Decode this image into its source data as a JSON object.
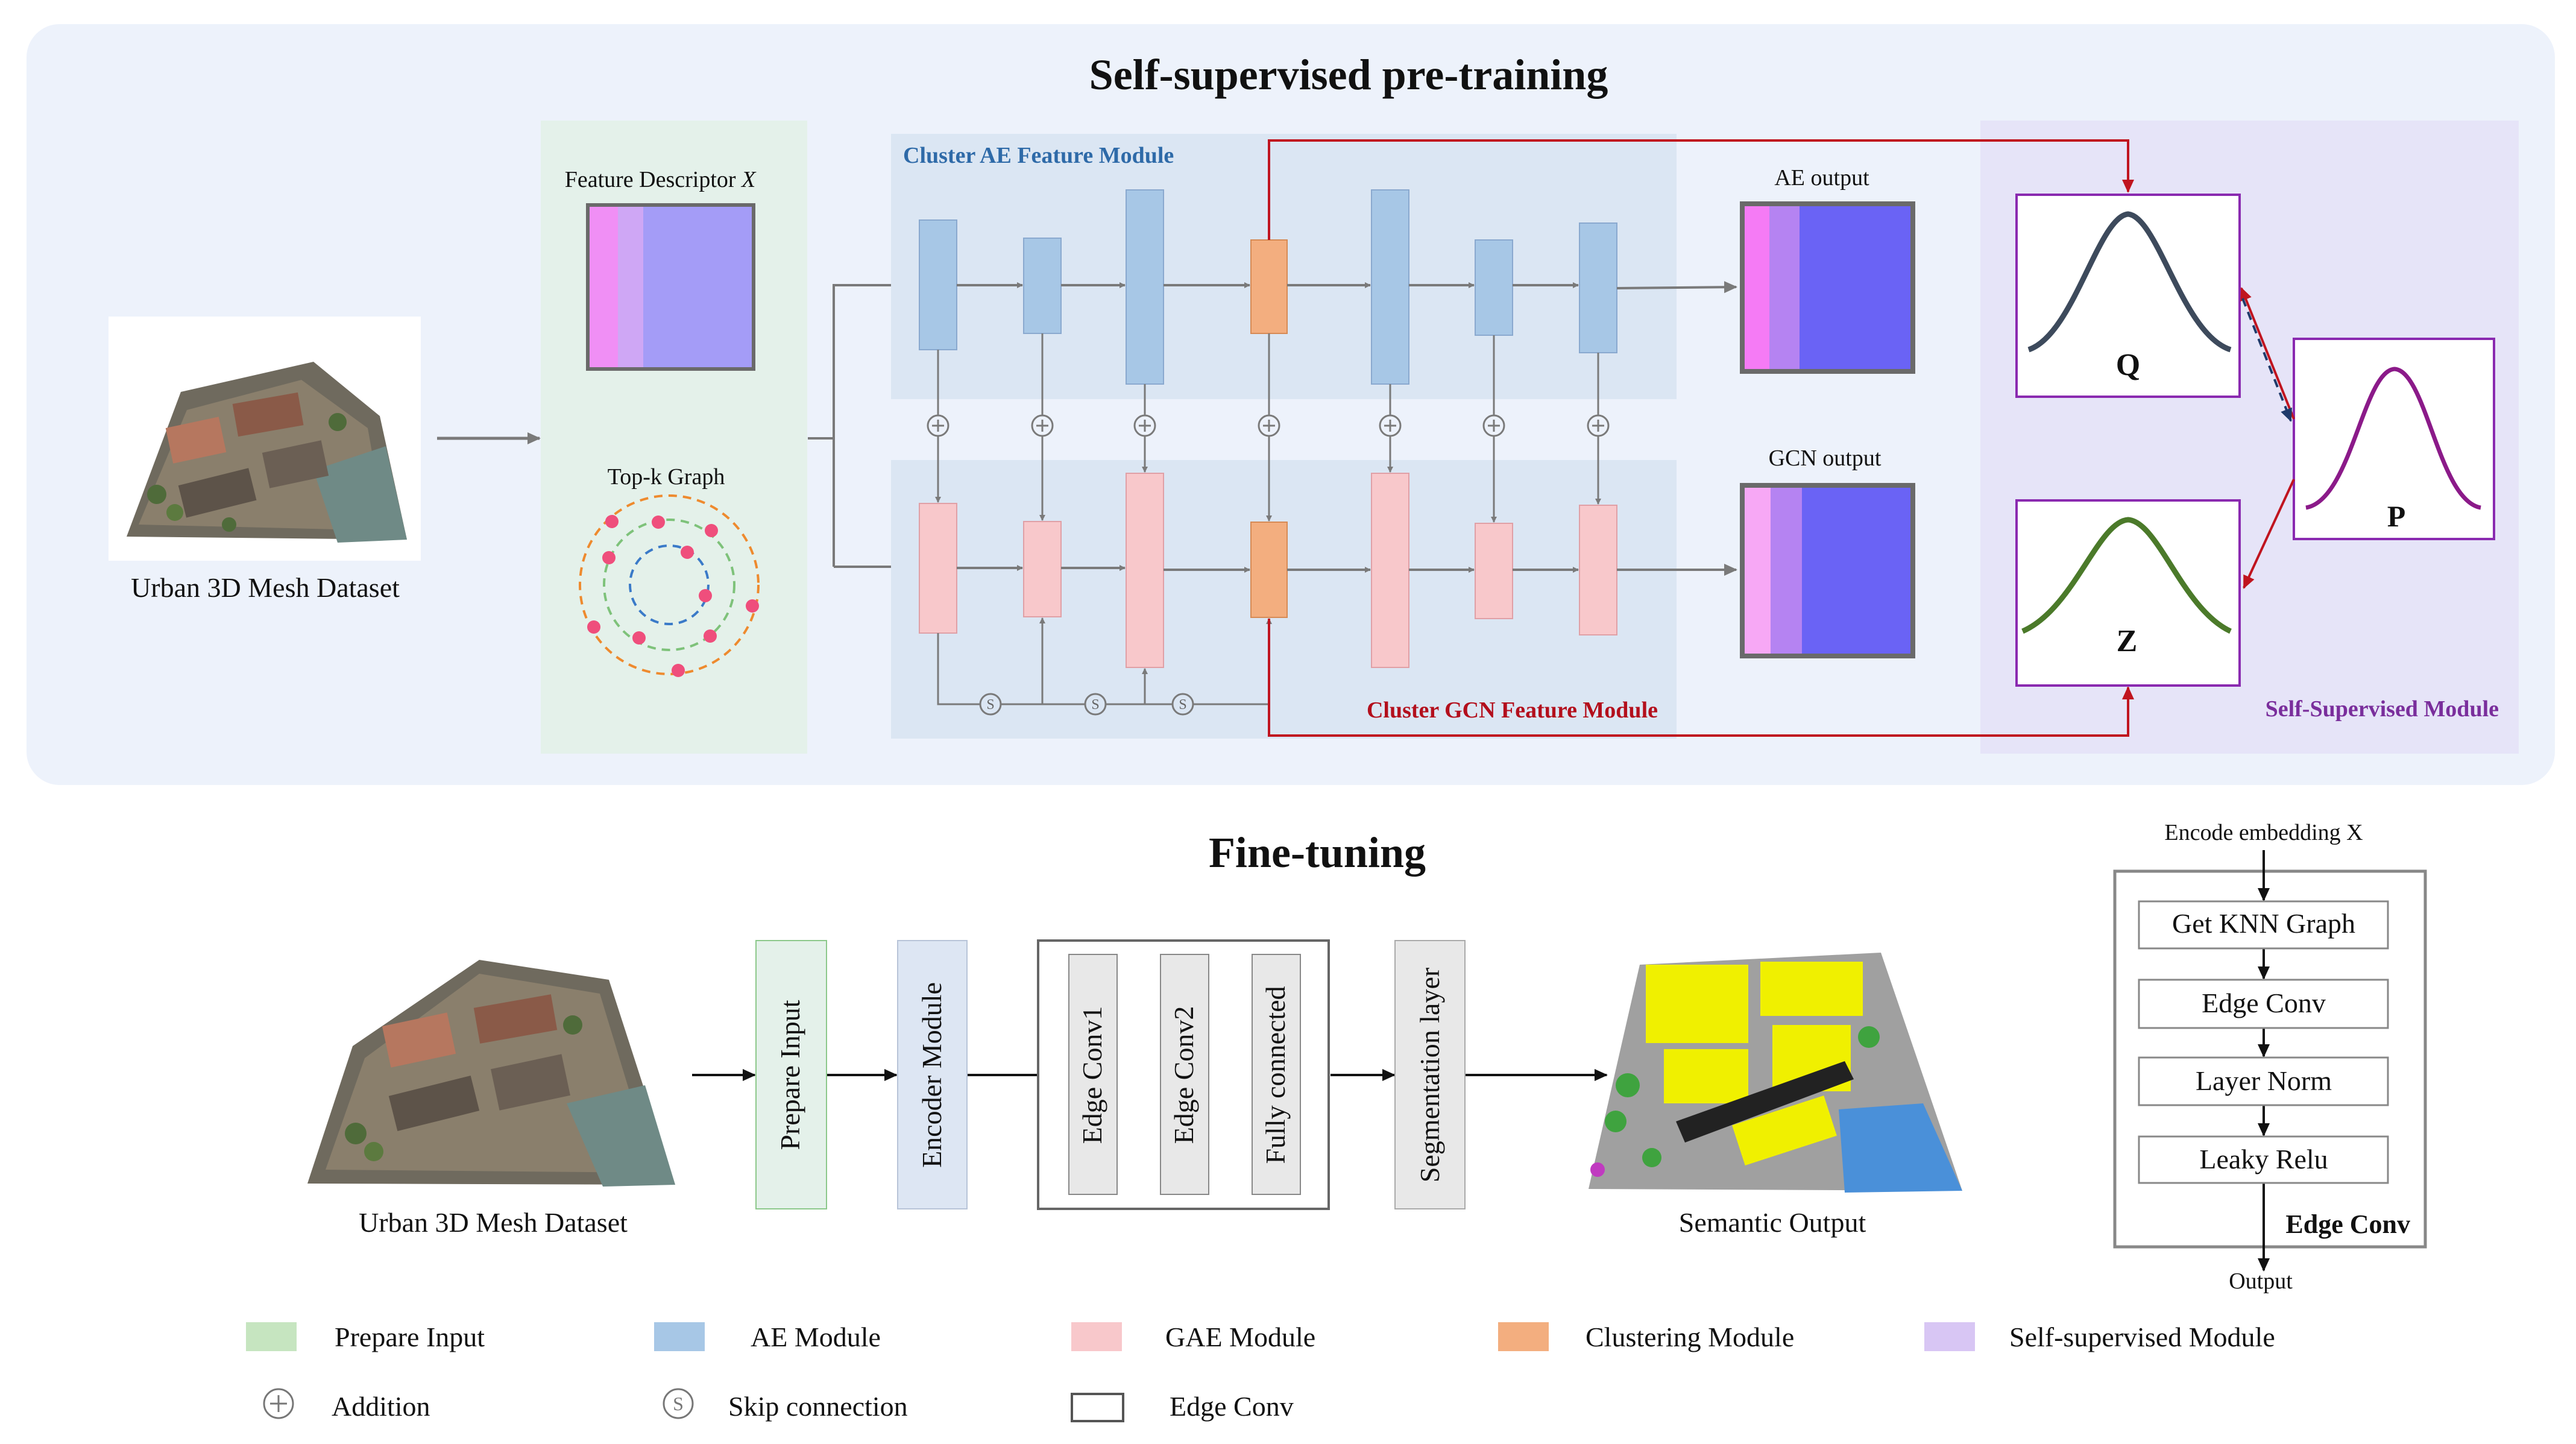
{
  "pretrain": {
    "title": "Self-supervised pre-training",
    "input_label": "Urban 3D Mesh Dataset",
    "feature_descriptor": "Feature Descriptor",
    "feature_descriptor_var": "X",
    "topk_graph": "Top-k Graph",
    "ae_module_label": "Cluster AE Feature Module",
    "gcn_module_label": "Cluster GCN Feature Module",
    "ae_output": "AE output",
    "gcn_output": "GCN output",
    "self_supervised_label": "Self-Supervised Module",
    "dist_q": "Q",
    "dist_p": "P",
    "dist_z": "Z",
    "skip_symbol": "S"
  },
  "finetune": {
    "title": "Fine-tuning",
    "input_label": "Urban 3D Mesh Dataset",
    "blocks": [
      "Prepare Input",
      "Encoder Module",
      "Edge Conv1",
      "Edge Conv2",
      "Fully connected",
      "Segmentation layer"
    ],
    "output_label": "Semantic Output"
  },
  "edgeconv": {
    "input_label": "Encode embedding X",
    "steps": [
      "Get KNN Graph",
      "Edge Conv",
      "Layer Norm",
      "Leaky Relu"
    ],
    "box_label": "Edge Conv",
    "output_label": "Output"
  },
  "legend": {
    "row1": [
      {
        "label": "Prepare Input",
        "color": "#c6e5c0"
      },
      {
        "label": "AE Module",
        "color": "#a7c7e6"
      },
      {
        "label": "GAE Module",
        "color": "#f8c8cb"
      },
      {
        "label": "Clustering Module",
        "color": "#f3ae7f"
      },
      {
        "label": "Self-supervised Module",
        "color": "#d8c6f4"
      }
    ],
    "addition": "Addition",
    "skip": "Skip connection",
    "edge_conv": "Edge Conv",
    "skip_symbol": "S"
  },
  "colors": {
    "panel_bg": "#edf2fb",
    "prepare_bg": "#e4f1ea",
    "module_bg": "#dbe6f3",
    "self_sup_bg": "#e6e4f8",
    "ae_bar": "#a7c7e6",
    "gae_bar": "#f8c8cb",
    "cluster_bar": "#f3ae7f",
    "ae_label": "#2e6aa8",
    "gcn_label": "#b30f1c",
    "self_sup_label": "#7a2e9c",
    "red_line": "#c0141f",
    "q_curve": "#3d4a5c",
    "p_curve": "#8b1a89",
    "z_curve": "#4b7a2a",
    "purple_box": "#8a2ab0"
  }
}
